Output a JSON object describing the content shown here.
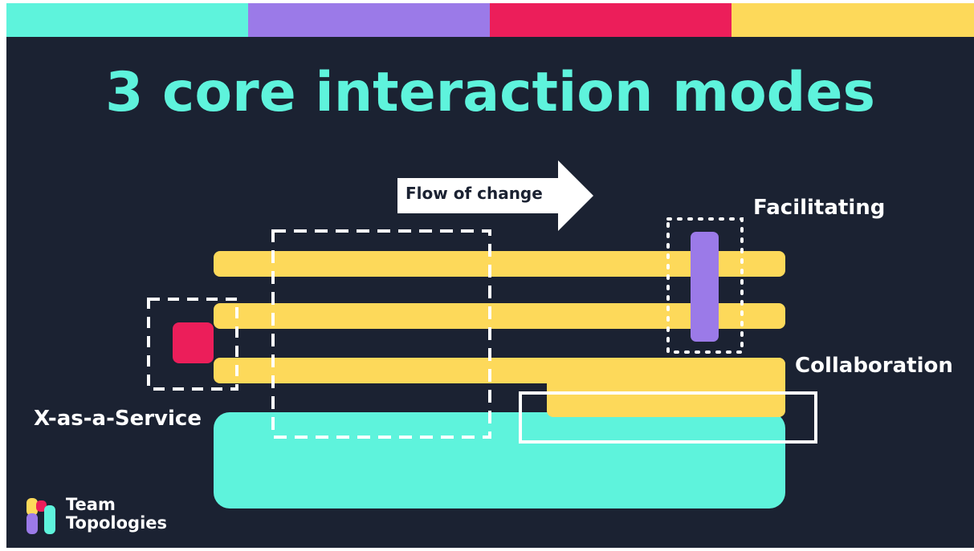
{
  "title": "3 core interaction modes",
  "flow_label": "Flow of change",
  "labels": {
    "facilitating": "Facilitating",
    "collaboration": "Collaboration",
    "xaas": "X-as-a-Service"
  },
  "logo": {
    "line1": "Team",
    "line2": "Topologies"
  },
  "colors": {
    "background": "#1b2232",
    "teal": "#5ef3dc",
    "purple": "#9b7ae8",
    "magenta": "#ec1e5a",
    "yellow": "#fdd95a",
    "white": "#ffffff"
  }
}
